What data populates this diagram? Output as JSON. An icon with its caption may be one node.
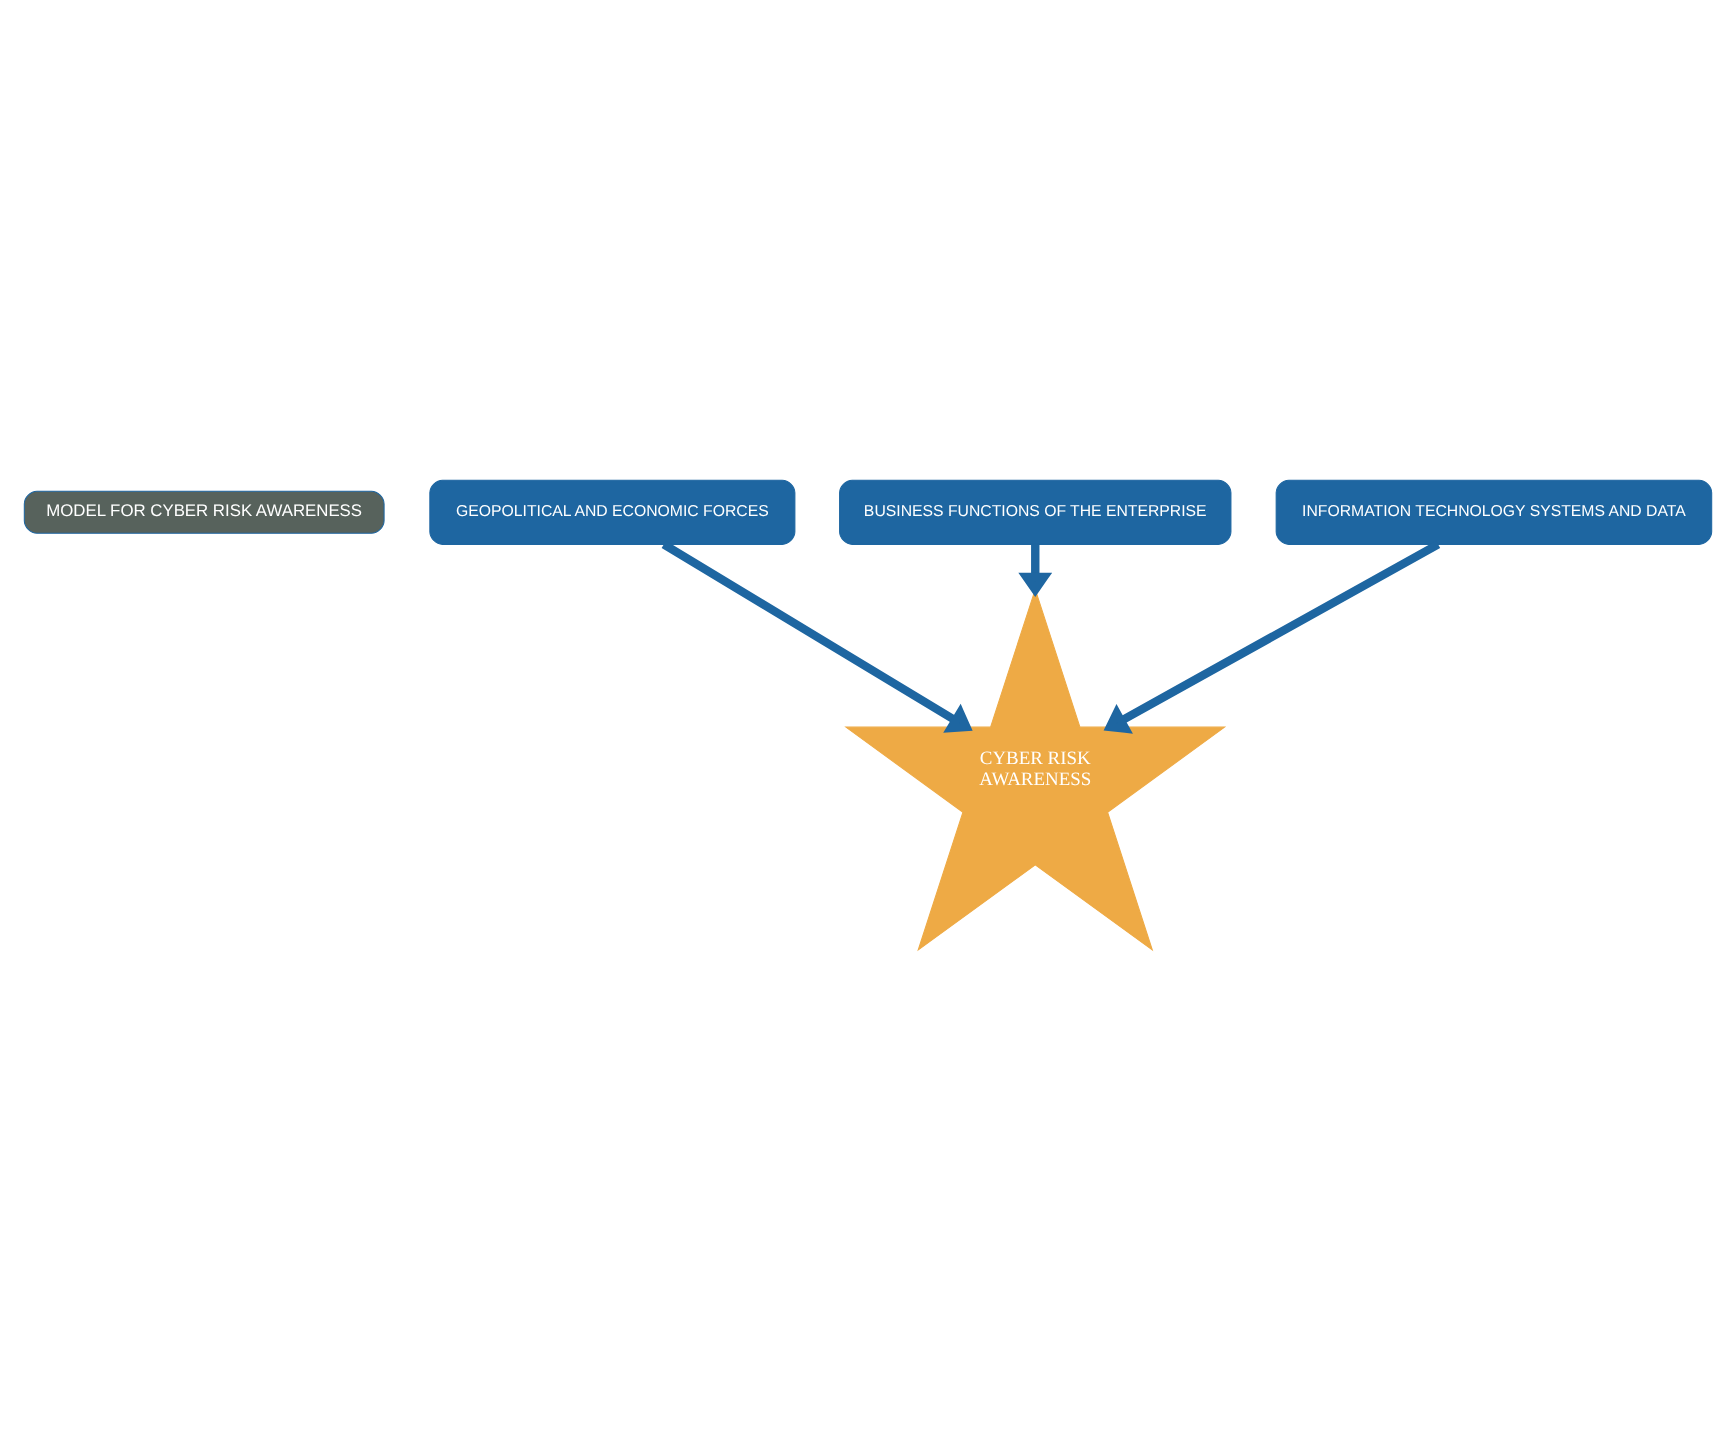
{
  "diagram": {
    "nodes": [
      {
        "text": [
          "MODEL FOR CYBER RISK AWARENESS"
        ]
      },
      {
        "text": [
          "GEOPOLITICAL AND ECONOMIC FORCES"
        ]
      },
      {
        "text": [
          "CYBER RISK AWARENESS"
        ]
      },
      {
        "text": [
          "BUSINESS FUNCTIONS OF THE ENTERPRISE"
        ]
      },
      {
        "text": [
          "INFORMATION TECHNOLOGY SYSTEMS AND DATA"
        ]
      }
    ],
    "edges": [
      {
        "from": 1,
        "to": 2,
        "arrow": "to"
      },
      {
        "from": 3,
        "to": 2,
        "arrow": "to"
      },
      {
        "from": 4,
        "to": 2,
        "arrow": "to"
      }
    ]
  }
}
